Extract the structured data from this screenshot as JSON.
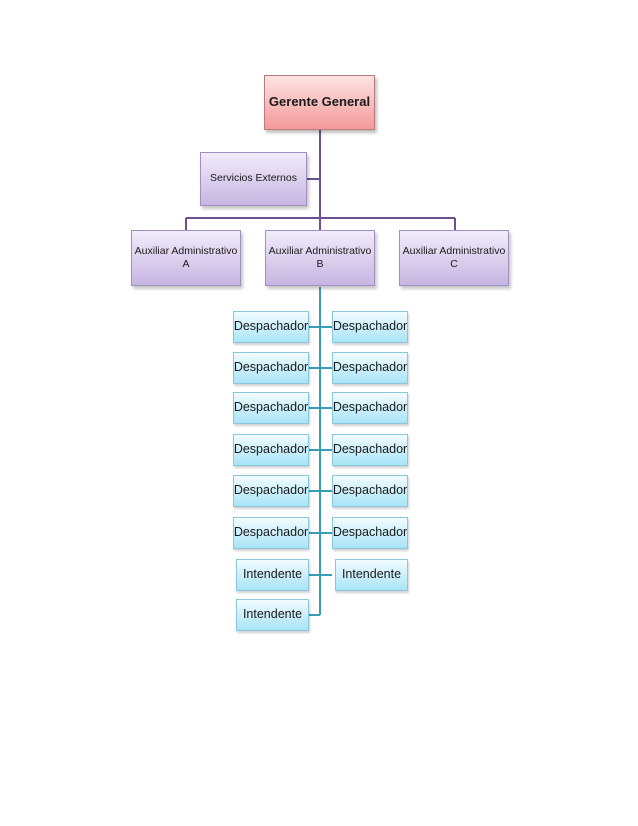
{
  "org_chart": {
    "root": {
      "label": "Gerente General"
    },
    "assistant": {
      "label": "Servicios Externos"
    },
    "level2": [
      {
        "label": "Auxiliar Administrativo\nA"
      },
      {
        "label": "Auxiliar Administrativo\nB"
      },
      {
        "label": "Auxiliar Administrativo\nC"
      }
    ],
    "staff_left": [
      {
        "label": "Despachador"
      },
      {
        "label": "Despachador"
      },
      {
        "label": "Despachador"
      },
      {
        "label": "Despachador"
      },
      {
        "label": "Despachador"
      },
      {
        "label": "Despachador"
      },
      {
        "label": "Intendente"
      },
      {
        "label": "Intendente"
      }
    ],
    "staff_right": [
      {
        "label": "Despachador"
      },
      {
        "label": "Despachador"
      },
      {
        "label": "Despachador"
      },
      {
        "label": "Despachador"
      },
      {
        "label": "Despachador"
      },
      {
        "label": "Despachador"
      },
      {
        "label": "Intendente"
      }
    ]
  },
  "colors": {
    "purple_line": "#6e4f94",
    "cyan_line": "#3a9db8"
  }
}
